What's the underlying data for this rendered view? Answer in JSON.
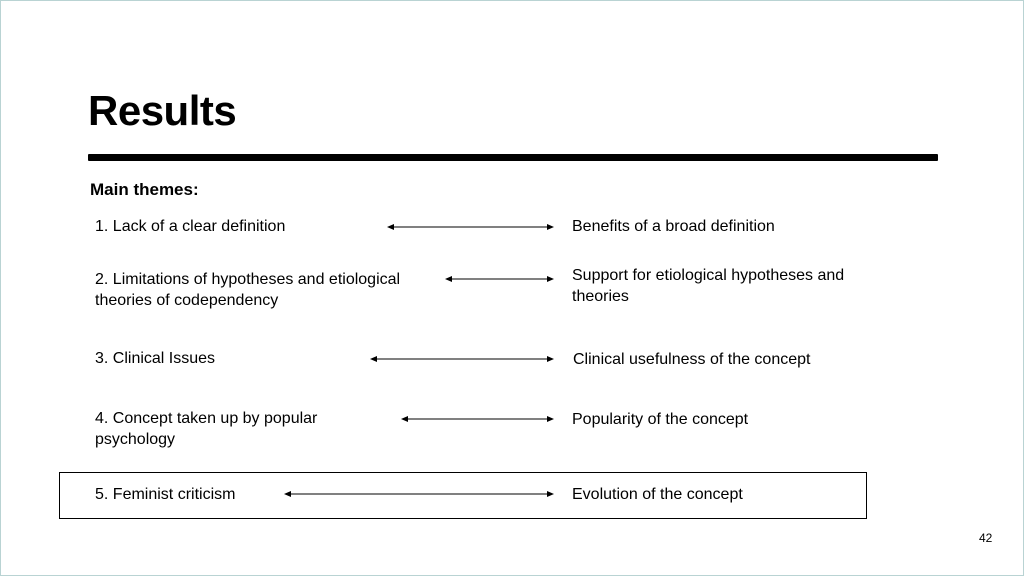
{
  "slide": {
    "title": "Results",
    "subtitle": "Main themes:",
    "page_number": "42",
    "themes": [
      {
        "left": "1. Lack of a clear definition",
        "right": "Benefits of a broad definition"
      },
      {
        "left": "2. Limitations of hypotheses and etiological theories of codependency",
        "right": "Support for etiological hypotheses and theories"
      },
      {
        "left": "3. Clinical Issues",
        "right": "Clinical usefulness of the concept"
      },
      {
        "left": "4. Concept taken up by popular psychology",
        "right": "Popularity of the concept"
      },
      {
        "left": "5. Feminist criticism",
        "right": "Evolution of the concept",
        "highlighted": true
      }
    ]
  },
  "colors": {
    "text": "#000000",
    "background": "#ffffff",
    "slide_border": "#b9d3d3"
  }
}
